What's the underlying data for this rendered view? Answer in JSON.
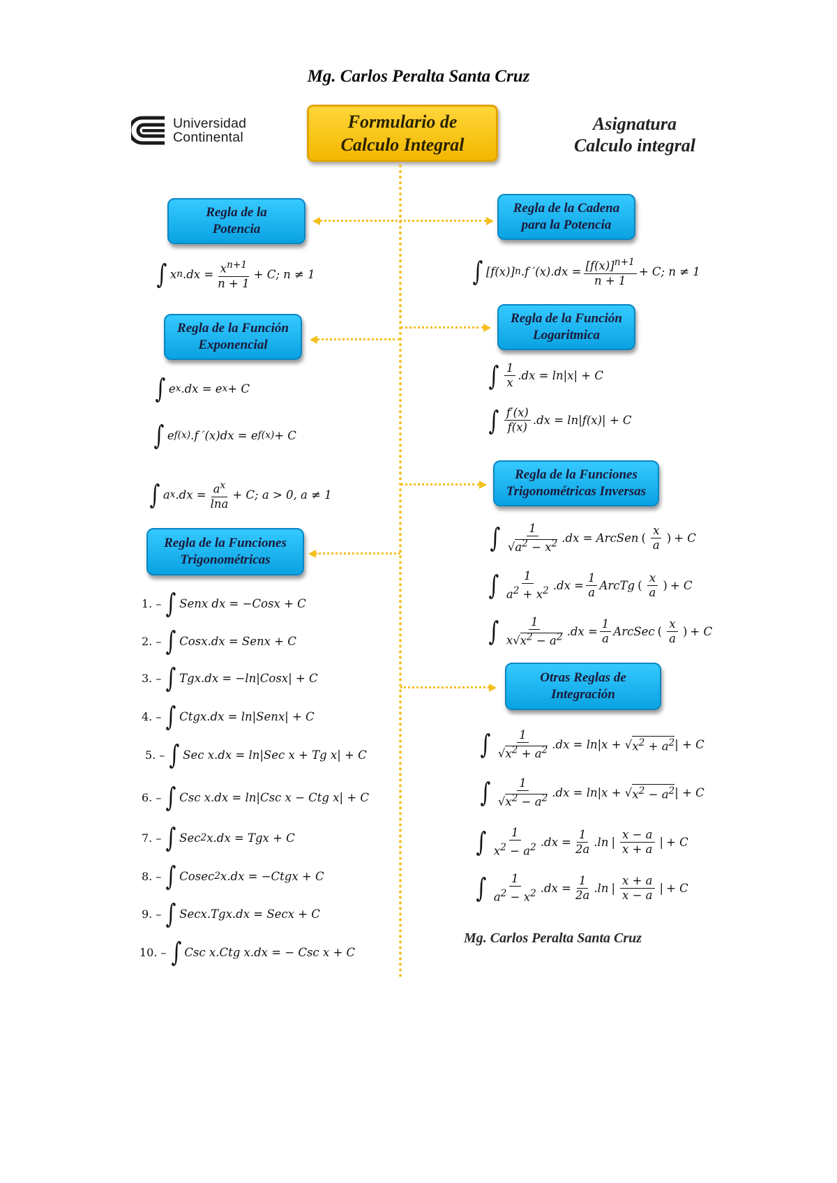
{
  "author_top": "Mg. Carlos Peralta Santa Cruz",
  "logo": {
    "line1": "Universidad",
    "line2": "Continental"
  },
  "subject": {
    "line1": "Asignatura",
    "line2": "Calculo integral"
  },
  "main_title": {
    "line1": "Formulario de",
    "line2": "Calculo Integral"
  },
  "rules": {
    "potencia": {
      "line1": "Regla de la",
      "line2": "Potencia"
    },
    "cadena": {
      "line1": "Regla de la Cadena",
      "line2": "para la Potencia"
    },
    "exponencial": {
      "line1": "Regla de la Función",
      "line2": "Exponencial"
    },
    "logaritmica": {
      "line1": "Regla de la Función",
      "line2": "Logaritmica"
    },
    "trig_inversas": {
      "line1": "Regla de la Funciones",
      "line2": "Trigonométricas Inversas"
    },
    "trigonometricas": {
      "line1": "Regla de la Funciones",
      "line2": "Trigonométricas"
    },
    "otras": {
      "line1": "Otras Reglas de",
      "line2": "Integración"
    }
  },
  "trig_numbers": [
    "1. –",
    "2. –",
    "3. –",
    "4. –",
    "5. –",
    "6. –",
    "7. –",
    "8. –",
    "9. –",
    "10. –"
  ],
  "colors": {
    "yellow_box": "#f4b800",
    "blue_box": "#17b3f0",
    "dotted_line": "#f4c020"
  },
  "author_bottom": "Mg. Carlos Peralta Santa Cruz"
}
